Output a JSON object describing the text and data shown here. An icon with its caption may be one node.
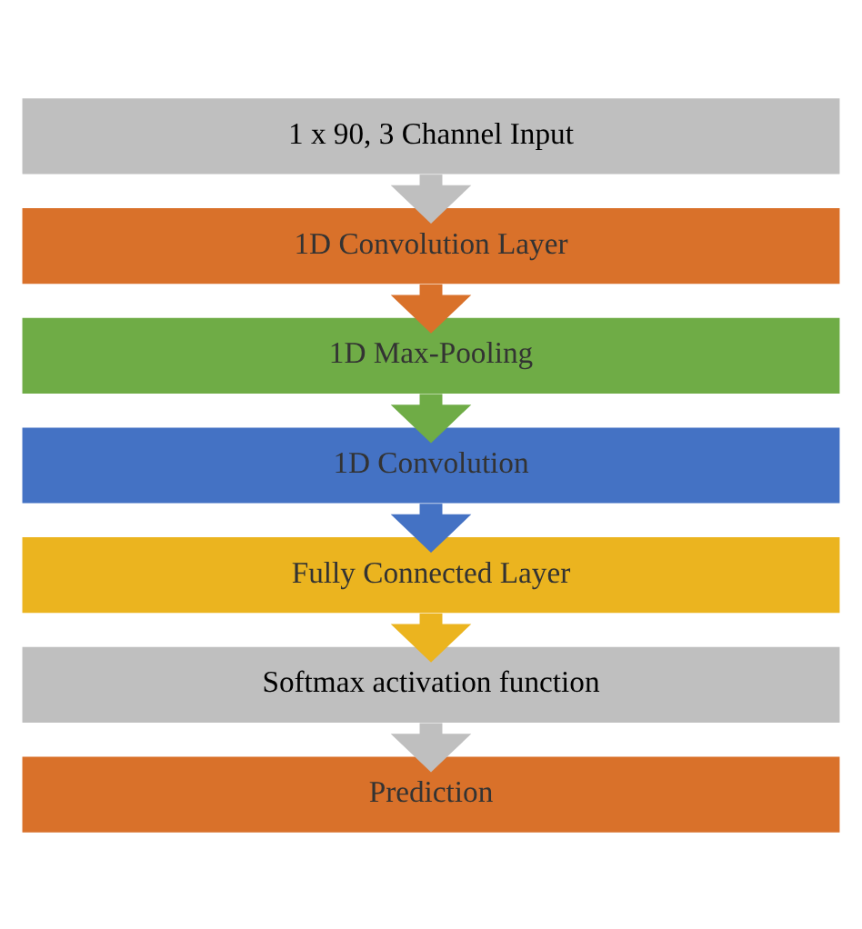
{
  "diagram": {
    "nodes": [
      {
        "text": [
          "1 x 90, 3 Channel Input"
        ]
      },
      {
        "text": [
          "1D Convolution Layer"
        ]
      },
      {
        "text": [
          "1D Max-Pooling"
        ]
      },
      {
        "text": [
          "1D Convolution"
        ]
      },
      {
        "text": [
          "Fully Connected Layer"
        ]
      },
      {
        "text": [
          "Softmax activation function"
        ]
      },
      {
        "text": [
          "Prediction"
        ]
      }
    ],
    "edges": [
      {
        "from": 0,
        "to": 1,
        "arrow": "to",
        "color": "#bfbfbf"
      },
      {
        "from": 1,
        "to": 2,
        "arrow": "to",
        "color": "#d9712a"
      },
      {
        "from": 2,
        "to": 3,
        "arrow": "to",
        "color": "#6fac46"
      },
      {
        "from": 3,
        "to": 4,
        "arrow": "to",
        "color": "#4472c4"
      },
      {
        "from": 4,
        "to": 5,
        "arrow": "to",
        "color": "#ebb41f"
      },
      {
        "from": 5,
        "to": 6,
        "arrow": "to",
        "color": "#bfbfbf"
      }
    ]
  }
}
